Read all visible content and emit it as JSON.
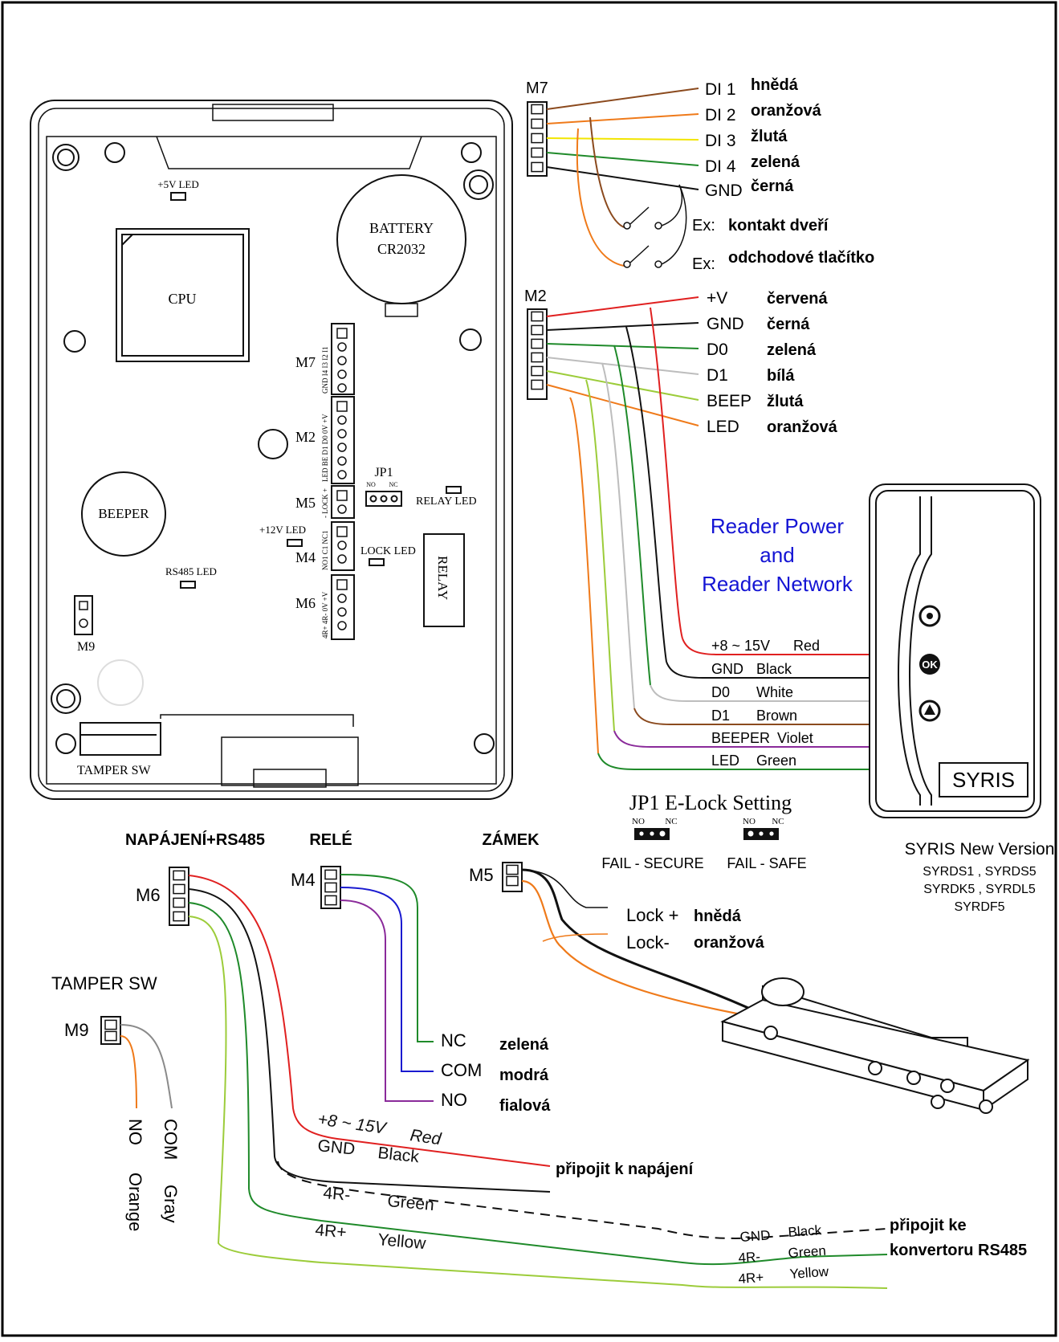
{
  "colors": {
    "red": "#e02020",
    "black": "#111111",
    "green": "#1f8a2a",
    "white_wire": "#bdbdbd",
    "yellow": "#f2e500",
    "yellowgreen": "#9ccc3a",
    "orange": "#ef7a1a",
    "brown": "#8b4a1e",
    "violet": "#8a2a9a",
    "blue": "#1a1ad0",
    "gray": "#8a8a8a",
    "title_blue": "#1414d4"
  },
  "board": {
    "led_5v": "+5V LED",
    "battery": "BATTERY",
    "battery_type": "CR2032",
    "cpu": "CPU",
    "m7": "M7",
    "m2": "M2",
    "m5": "M5",
    "m4": "M4",
    "m6": "M6",
    "m9": "M9",
    "m7_pins": "GND I4 I3 I2 I1",
    "m2_pins": "LED BE D1 D0 0V +V",
    "m5_pins": "- LOCK +",
    "m4_pins": "NO1 C1 NC1",
    "m6_pins": "4R+ 4R- 0V +V",
    "jp1": "JP1",
    "no": "NO",
    "nc": "NC",
    "relay_led": "RELAY LED",
    "beeper": "BEEPER",
    "led_12v": "+12V LED",
    "lock_led": "LOCK LED",
    "relay": "RELAY",
    "rs485_led": "RS485 LED",
    "tamper_sw": "TAMPER SW"
  },
  "m7_block": {
    "title": "M7",
    "wires": [
      {
        "label": "DI 1",
        "color": "hnědá"
      },
      {
        "label": "DI 2",
        "color": "oranžová"
      },
      {
        "label": "DI 3",
        "color": "žlutá"
      },
      {
        "label": "DI 4",
        "color": "zelená"
      },
      {
        "label": "GND",
        "color": "černá"
      }
    ],
    "ex_prefix": "Ex:",
    "ex1": "kontakt dveří",
    "ex2": "odchodové tlačítko"
  },
  "m2_block": {
    "title": "M2",
    "wires": [
      {
        "label": "+V",
        "color": "červená"
      },
      {
        "label": "GND",
        "color": "černá"
      },
      {
        "label": "D0",
        "color": "zelená"
      },
      {
        "label": "D1",
        "color": "bílá"
      },
      {
        "label": "BEEP",
        "color": "žlutá"
      },
      {
        "label": "LED",
        "color": "oranžová"
      }
    ]
  },
  "reader": {
    "title_l1": "Reader Power",
    "title_l2": "and",
    "title_l3": "Reader Network",
    "wires": [
      {
        "label": "+8 ~ 15V",
        "color": "Red"
      },
      {
        "label": "GND",
        "color": "Black"
      },
      {
        "label": "D0",
        "color": "White"
      },
      {
        "label": "D1",
        "color": "Brown"
      },
      {
        "label": "BEEPER",
        "color": "Violet"
      },
      {
        "label": "LED",
        "color": "Green"
      }
    ],
    "brand": "SYRIS",
    "model_title": "SYRIS New Version",
    "models_l1": "SYRDS1 , SYRDS5",
    "models_l2": "SYRDK5 , SYRDL5",
    "models_l3": "SYRDF5",
    "ok": "OK"
  },
  "jp1_setting": {
    "title": "JP1 E-Lock Setting",
    "no": "NO",
    "nc": "NC",
    "fail_secure": "FAIL - SECURE",
    "fail_safe": "FAIL - SAFE"
  },
  "power_block": {
    "header": "NAPÁJENÍ+RS485",
    "connector": "M6",
    "wires": [
      {
        "label": "+8 ~ 15V",
        "color": "Red"
      },
      {
        "label": "GND",
        "color": "Black"
      },
      {
        "label": "4R-",
        "color": "Green"
      },
      {
        "label": "4R+",
        "color": "Yellow"
      }
    ],
    "note_power": "připojit k napájení",
    "note_rs485_l1": "připojit ke",
    "note_rs485_l2": "konvertoru RS485",
    "end_labels": [
      {
        "label": "GND",
        "color": "Black"
      },
      {
        "label": "4R-",
        "color": "Green"
      },
      {
        "label": "4R+",
        "color": "Yellow"
      }
    ]
  },
  "relay_block": {
    "header": "RELÉ",
    "connector": "M4",
    "wires": [
      {
        "label": "NC",
        "color": "zelená"
      },
      {
        "label": "COM",
        "color": "modrá"
      },
      {
        "label": "NO",
        "color": "fialová"
      }
    ]
  },
  "lock_block": {
    "header": "ZÁMEK",
    "connector": "M5",
    "wires": [
      {
        "label": "Lock +",
        "color": "hnědá"
      },
      {
        "label": "Lock-",
        "color": "oranžová"
      }
    ]
  },
  "tamper_block": {
    "header": "TAMPER SW",
    "connector": "M9",
    "wires": [
      {
        "label": "NO",
        "color": "Orange"
      },
      {
        "label": "COM",
        "color": "Gray"
      }
    ]
  }
}
